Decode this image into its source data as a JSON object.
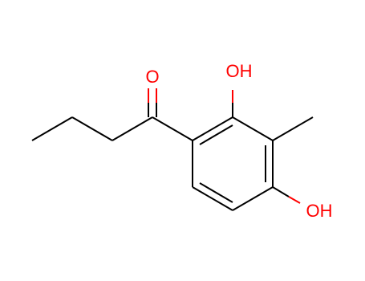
{
  "atoms": {
    "carbonyl_oxygen": {
      "label": "O",
      "color": "#ff0000"
    },
    "hydroxyl_top": {
      "label": "OH",
      "color": "#ff0000"
    },
    "hydroxyl_right": {
      "label": "OH",
      "color": "#ff0000"
    }
  },
  "colors": {
    "bond": "#000000",
    "heteroatom": "#ff0000",
    "background": "#ffffff"
  }
}
